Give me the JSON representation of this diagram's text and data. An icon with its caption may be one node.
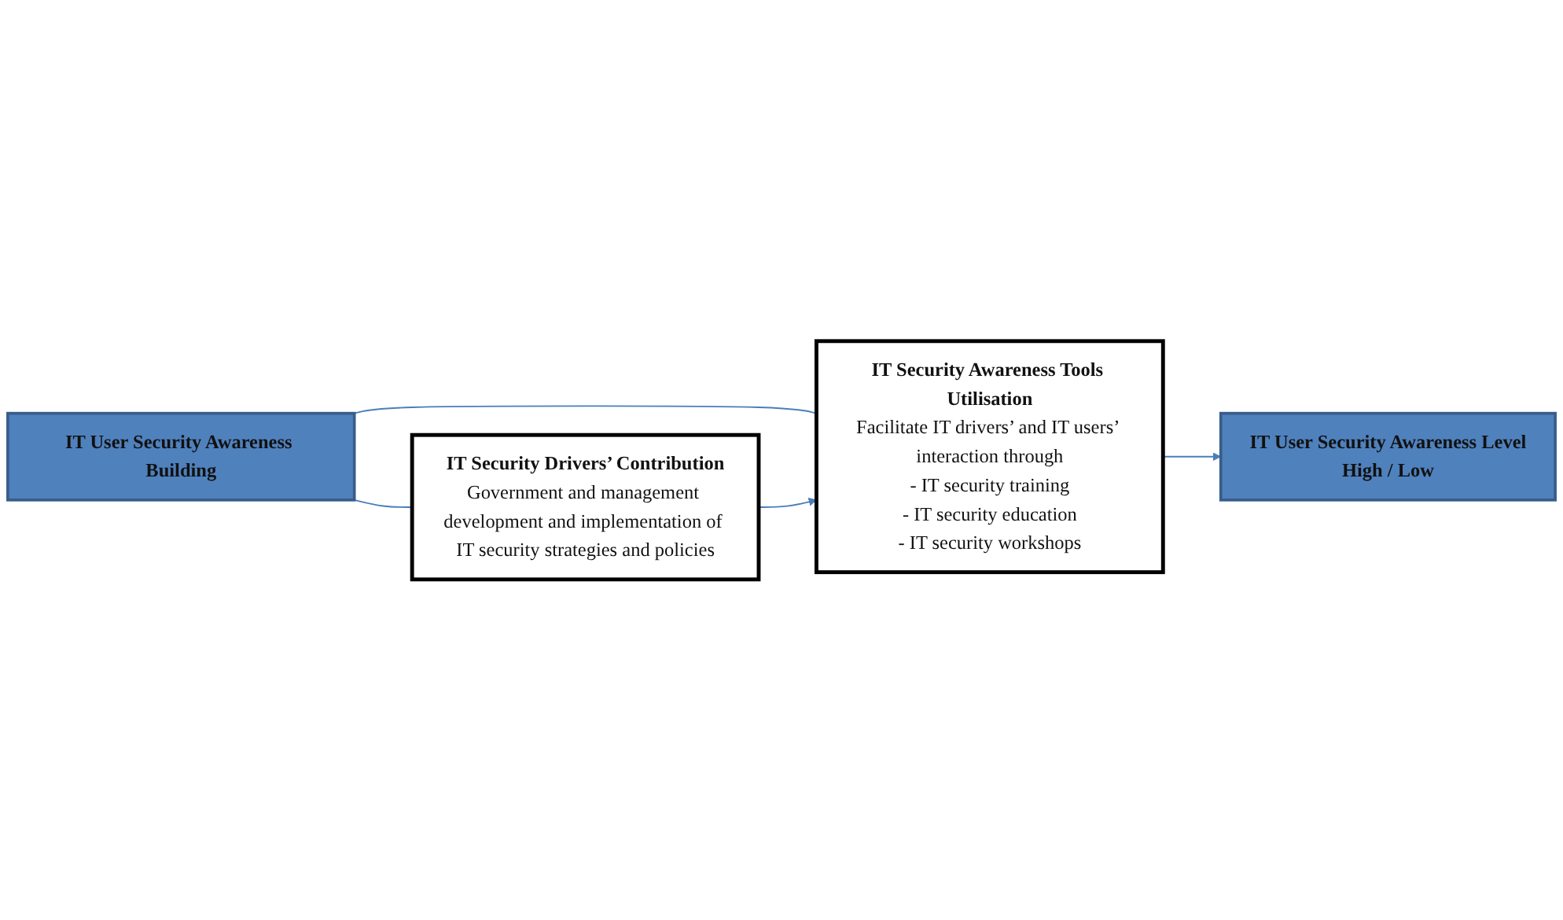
{
  "diagram": {
    "nodes": [
      {
        "text": [
          "IT User Security Awareness Building"
        ]
      },
      {
        "text": [
          "IT User Security Awareness Level",
          "High / Low"
        ]
      },
      {
        "text": [
          "IT Security Drivers’ Contribution",
          "Government and management development and implementation of IT security strategies and policies"
        ]
      },
      {
        "text": [
          "IT Security Awareness Tools Utilisation",
          "Facilitate IT drivers’ and IT users’ interaction through",
          "- IT security training",
          "- IT security education",
          "- IT security workshops"
        ]
      }
    ],
    "edges": [
      {
        "from": 0,
        "to": 2,
        "arrow": "none"
      },
      {
        "from": 0,
        "to": 3,
        "arrow": "none"
      },
      {
        "from": 2,
        "to": 3,
        "arrow": "to"
      },
      {
        "from": 3,
        "to": 1,
        "arrow": "to"
      }
    ]
  }
}
